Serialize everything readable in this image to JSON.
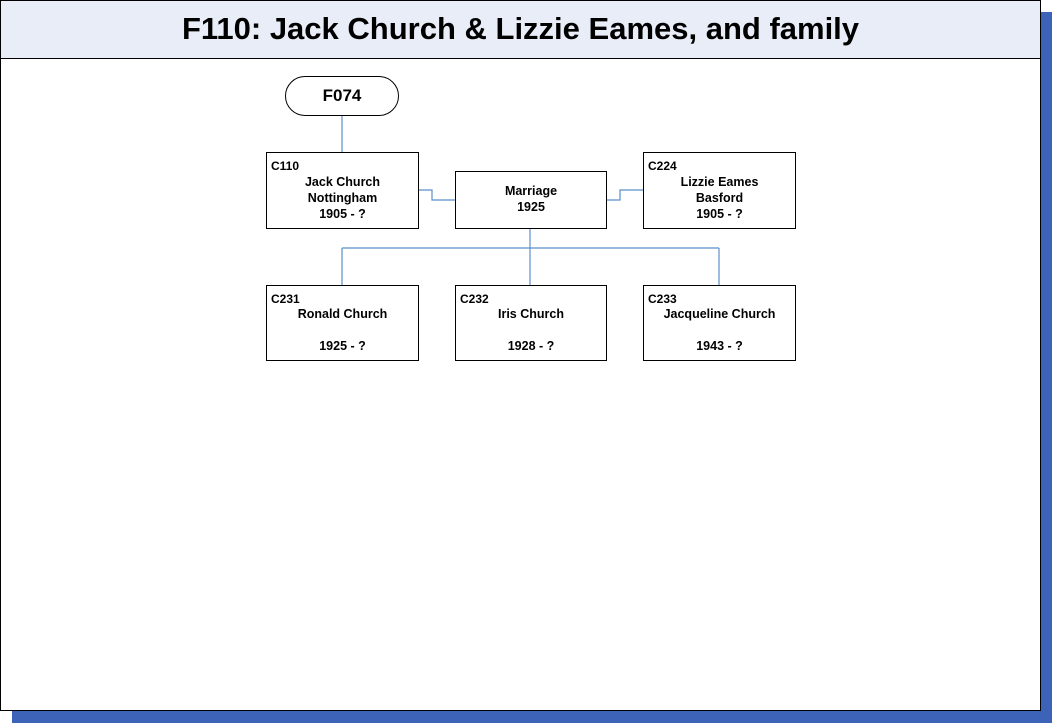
{
  "title": "F110: Jack Church & Lizzie Eames, and family",
  "parent_family": "F074",
  "marriage": {
    "label": "Marriage",
    "year": "1925"
  },
  "husband": {
    "id": "C110",
    "name": "Jack Church",
    "place": "Nottingham",
    "dates": "1905 - ?"
  },
  "wife": {
    "id": "C224",
    "name": "Lizzie Eames",
    "place": "Basford",
    "dates": "1905 - ?"
  },
  "children": [
    {
      "id": "C231",
      "name": "Ronald Church",
      "place": "",
      "dates": "1925 - ?"
    },
    {
      "id": "C232",
      "name": "Iris Church",
      "place": "",
      "dates": "1928 - ?"
    },
    {
      "id": "C233",
      "name": "Jacqueline Church",
      "place": "",
      "dates": "1943 - ?"
    }
  ],
  "colors": {
    "connector": "#5b8fc9",
    "shadow": "#3d63b8",
    "title_bg": "#e8edf7"
  }
}
